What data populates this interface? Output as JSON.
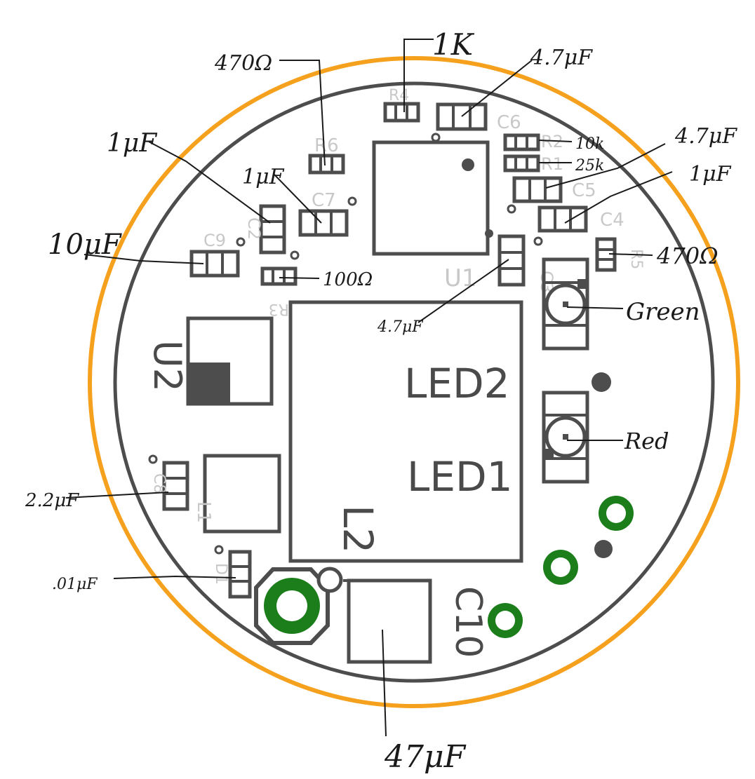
{
  "board": {
    "outline_color": "#f5a11e",
    "copper_color": "#4d4d4d",
    "via_color": "#1b7e1b",
    "designators": {
      "R4": "R4",
      "R6": "R6",
      "C6": "C6",
      "R2": "R2",
      "R1": "R1",
      "C5": "C5",
      "C4": "C4",
      "C7": "C7",
      "C2": "C2",
      "C9": "C9",
      "R3": "R3",
      "U1": "U1",
      "C3": "C3",
      "R5": "R5",
      "U2": "U2",
      "LED2": "LED2",
      "LED1": "LED1",
      "L2": "L2",
      "C8": "C8",
      "L1": "L1",
      "D1": "D1",
      "C10": "C10"
    }
  },
  "annotations": {
    "r4": "1K",
    "r6": "470Ω",
    "c6": "4.7μF",
    "r2": "10k",
    "r1": "25k",
    "c5": "4.7μF",
    "c4": "1μF",
    "r5": "470Ω",
    "c2": "1μF",
    "c7": "1μF",
    "c9": "10μF",
    "r3": "100Ω",
    "c3": "4.7μF",
    "green_led": "Green",
    "red_led": "Red",
    "c8": "2.2μF",
    "d1": ".01μF",
    "c10": "47μF"
  }
}
